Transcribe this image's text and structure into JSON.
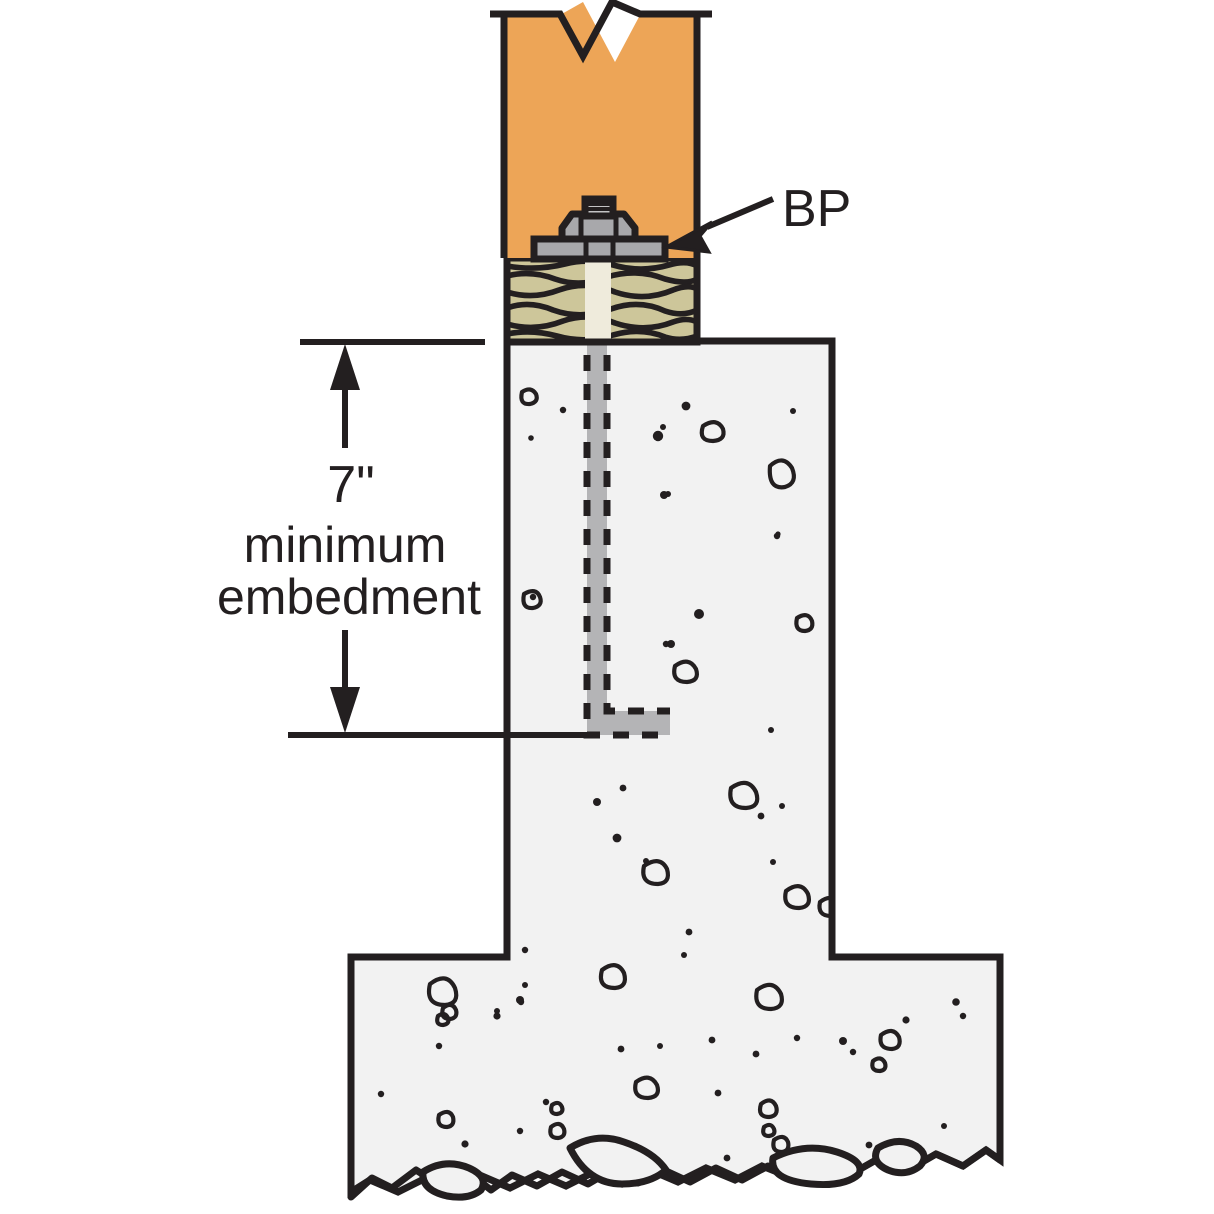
{
  "diagram": {
    "title": "Post base anchorage detail",
    "type": "construction-section-detail",
    "labels": {
      "callout_bp": "BP",
      "dimension_value": "7\"",
      "dimension_note_line1": "minimum",
      "dimension_note_line2": "embedment"
    },
    "components": [
      {
        "name": "wood-post",
        "label": "",
        "color": "#eda557",
        "note": "vertical timber post, break line at top"
      },
      {
        "name": "bearing-plate",
        "label": "BP",
        "color": "#a8a8ab",
        "note": "steel bearing plate under post"
      },
      {
        "name": "hex-nut",
        "label": "",
        "color": "#a8a8ab",
        "note": "hex nut tightened on anchor stud"
      },
      {
        "name": "threaded-stud",
        "label": "",
        "color": "#a8a8ab",
        "note": "threaded rod projecting above nut"
      },
      {
        "name": "wood-sill-plate",
        "label": "",
        "color": "#cdc69a",
        "note": "sill plate with horizontal grain"
      },
      {
        "name": "concrete-stem-wall",
        "label": "",
        "color": "#f2f2f2",
        "note": "concrete stem with aggregate texture"
      },
      {
        "name": "concrete-footing",
        "label": "",
        "color": "#f2f2f2",
        "note": "spread footing, broken bottom edge"
      },
      {
        "name": "anchor-bolt",
        "label": "",
        "color": "#b4b4b6",
        "note": "L-shaped embedded anchor bolt, hidden dashed outline"
      }
    ],
    "dimension": {
      "value": "7\"",
      "unit": "inch",
      "qualifier": "minimum",
      "measures": "embedment",
      "from": "top of concrete stem wall",
      "to": "bottom of anchor bolt hook"
    },
    "colors": {
      "post_fill": "#eda557",
      "sill_fill": "#cdc69a",
      "sill_hole_fill": "#efebdc",
      "concrete_fill": "#f2f2f2",
      "steel_fill": "#a8a8ab",
      "steel_fill_light": "#c3c3c5",
      "anchor_fill": "#b4b4b6",
      "outline": "#231f20",
      "text": "#231f20",
      "background": "#ffffff"
    }
  }
}
